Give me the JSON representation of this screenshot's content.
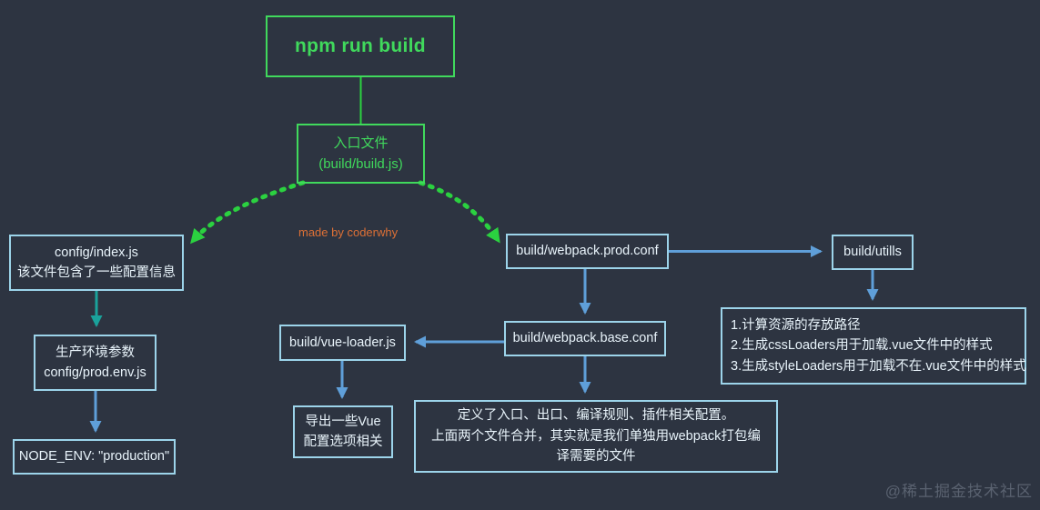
{
  "diagram": {
    "credit": "made by coderwhy",
    "watermark": "@稀土掘金技术社区",
    "colors": {
      "bg": "#2d3441",
      "box_green": "#40d95c",
      "arrow_green": "#2bd140",
      "box_blue": "#9cd4ea",
      "text_light": "#e9f4fb",
      "arrow_teal": "#1aa29b",
      "arrow_blue": "#5f9fd9",
      "orange": "#dd7036",
      "watermark": "#5a6270"
    },
    "nodes": {
      "npm_run_build": {
        "label": "npm run build"
      },
      "entry": {
        "line1": "入口文件",
        "line2": "(build/build.js)"
      },
      "config_index": {
        "line1": "config/index.js",
        "line2": "该文件包含了一些配置信息"
      },
      "prod_env": {
        "line1": "生产环境参数",
        "line2": "config/prod.env.js"
      },
      "node_env": {
        "label": "NODE_ENV: \"production\""
      },
      "webpack_prod": {
        "label": "build/webpack.prod.conf"
      },
      "utills": {
        "label": "build/utills"
      },
      "utills_detail": {
        "line1": "1.计算资源的存放路径",
        "line2": "2.生成cssLoaders用于加载.vue文件中的样式",
        "line3": "3.生成styleLoaders用于加载不在.vue文件中的样式"
      },
      "webpack_base": {
        "label": "build/webpack.base.conf"
      },
      "vue_loader": {
        "label": "build/vue-loader.js"
      },
      "vue_loader_detail": {
        "line1": "导出一些Vue",
        "line2": "配置选项相关"
      },
      "base_detail": {
        "line1": "定义了入口、出口、编译规则、插件相关配置。",
        "line2": "上面两个文件合并，其实就是我们单独用webpack打包编译需要的文件"
      }
    },
    "edges": [
      {
        "from": "npm_run_build",
        "to": "entry",
        "style": "green-line"
      },
      {
        "from": "entry",
        "to": "config_index",
        "style": "green-dashed-curve"
      },
      {
        "from": "entry",
        "to": "webpack_prod",
        "style": "green-dashed-curve"
      },
      {
        "from": "config_index",
        "to": "prod_env",
        "style": "teal-arrow"
      },
      {
        "from": "prod_env",
        "to": "node_env",
        "style": "blue-arrow"
      },
      {
        "from": "webpack_prod",
        "to": "utills",
        "style": "blue-arrow"
      },
      {
        "from": "utills",
        "to": "utills_detail",
        "style": "blue-arrow"
      },
      {
        "from": "webpack_prod",
        "to": "webpack_base",
        "style": "blue-arrow"
      },
      {
        "from": "webpack_base",
        "to": "vue_loader",
        "style": "blue-arrow"
      },
      {
        "from": "vue_loader",
        "to": "vue_loader_detail",
        "style": "blue-arrow"
      },
      {
        "from": "webpack_base",
        "to": "base_detail",
        "style": "blue-arrow"
      }
    ]
  }
}
